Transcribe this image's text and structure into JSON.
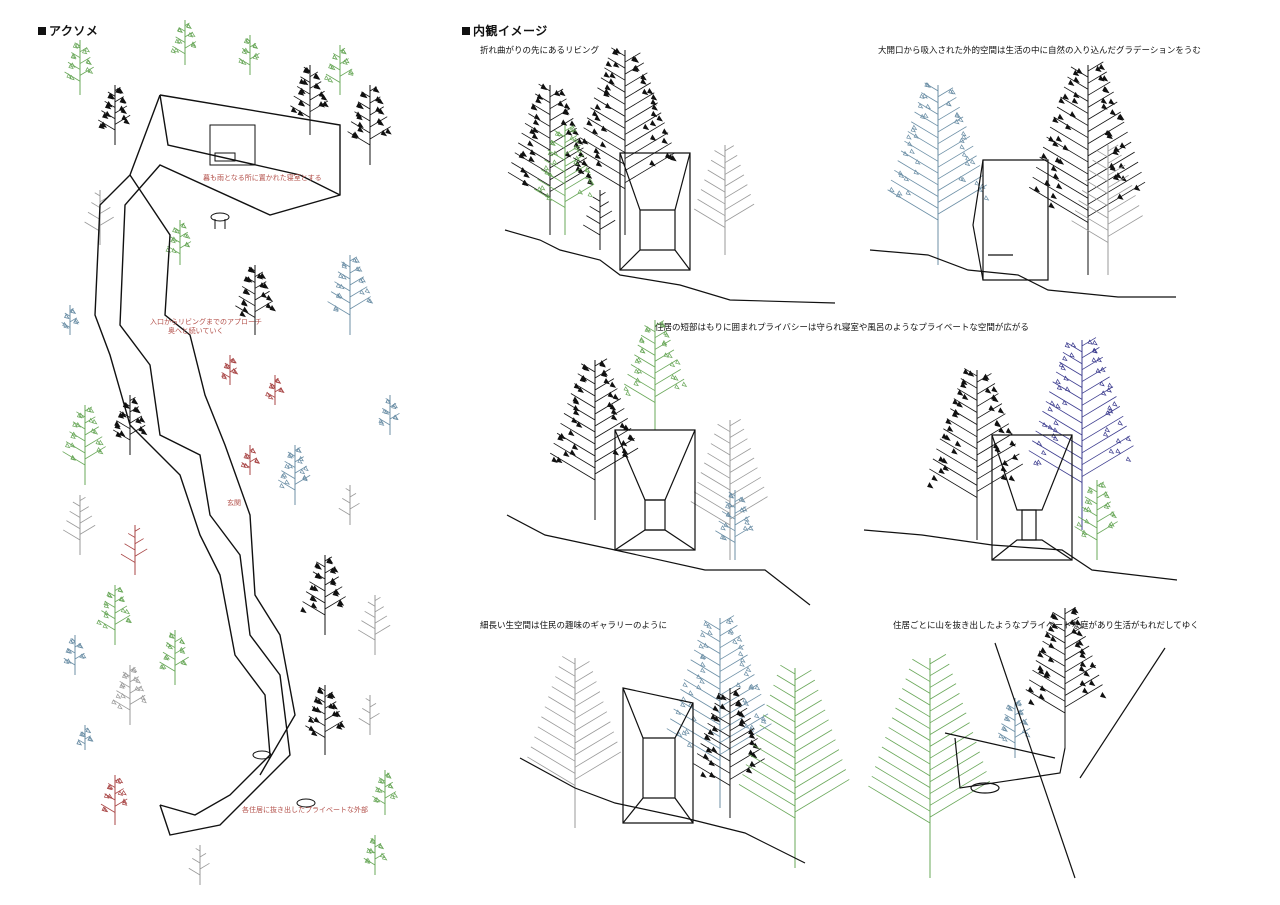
{
  "sections": {
    "axo_heading": "アクソメ",
    "interior_heading": "内観イメージ"
  },
  "axo": {
    "annotations": {
      "a1": "暮も雨となる所に置かれた寝室とする",
      "a2": "入口からリビングまでのアプローチ",
      "a3": "奥へと続いていく",
      "a4": "玄関",
      "a5": "各住居に抜き出したプライベートな外部"
    }
  },
  "views": [
    {
      "caption": "折れ曲がりの先にあるリビング"
    },
    {
      "caption": "大開口から吸入された外的空間は生活の中に自然の入り込んだグラデーションをうむ"
    },
    {
      "caption": "住居の短部はもりに囲まれプライバシーは守られ寝室や風呂のようなプライベートな空間が広がる"
    },
    {
      "caption": ""
    },
    {
      "caption": "細長い生空間は住民の趣味のギャラリーのように"
    },
    {
      "caption": "住居ごとに山を抜き出したようなプライベートな庭があり生活がもれだしてゆく"
    }
  ],
  "colors": {
    "ink": "#111111",
    "tree_green": "#6aa85a",
    "tree_blue": "#6c8fa6",
    "tree_red": "#a84545",
    "tree_grey": "#9a9a9a",
    "tree_navy": "#3d3d8f",
    "label_red": "#b3504a"
  }
}
